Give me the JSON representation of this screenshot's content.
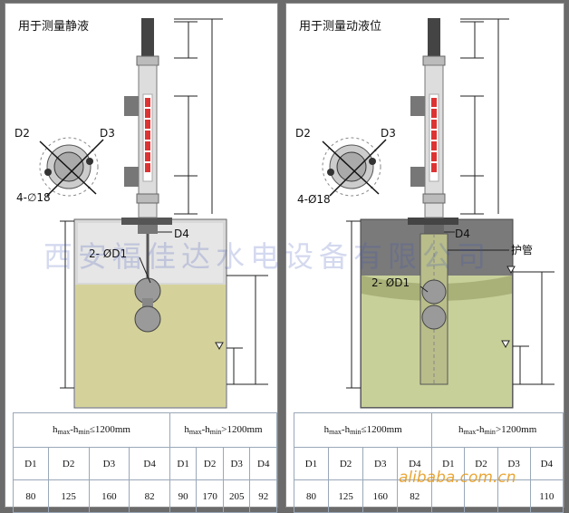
{
  "left": {
    "title": "用于测量静液",
    "labels": {
      "d2": "D2",
      "d3": "D3",
      "holes": "4-∅18",
      "d4": "D4",
      "d1": "2- ØD1"
    },
    "table": {
      "range_a": {
        "h": "h",
        "max": "max",
        "dash": "-h",
        "min": "min",
        "rest": "≤1200mm"
      },
      "range_b": {
        "h": "h",
        "max": "max",
        "dash": "-h",
        "min": "min",
        "rest": ">1200mm"
      },
      "columns": [
        "D1",
        "D2",
        "D3",
        "D4",
        "D1",
        "D2",
        "D3",
        "D4"
      ],
      "values": [
        "80",
        "125",
        "160",
        "82",
        "90",
        "170",
        "205",
        "92"
      ]
    }
  },
  "right": {
    "title": "用于测量动液位",
    "labels": {
      "d2": "D2",
      "d3": "D3",
      "holes": "4-Ø18",
      "d4": "D4",
      "d1": "2- ØD1",
      "guard": "护管"
    },
    "table": {
      "range_a": {
        "h": "h",
        "max": "max",
        "dash": "-h",
        "min": "min",
        "rest": "≤1200mm"
      },
      "range_b": {
        "h": "h",
        "max": "max",
        "dash": "-h",
        "min": "min",
        "rest": ">1200mm"
      },
      "columns": [
        "D1",
        "D2",
        "D3",
        "D4",
        "D1",
        "D2",
        "D3",
        "D4"
      ],
      "values": [
        "80",
        "125",
        "160",
        "82",
        "",
        "",
        "",
        "110"
      ]
    }
  },
  "watermark": "西安福佳达水电设备有限公司",
  "site_watermark": "alibaba.com.cn"
}
